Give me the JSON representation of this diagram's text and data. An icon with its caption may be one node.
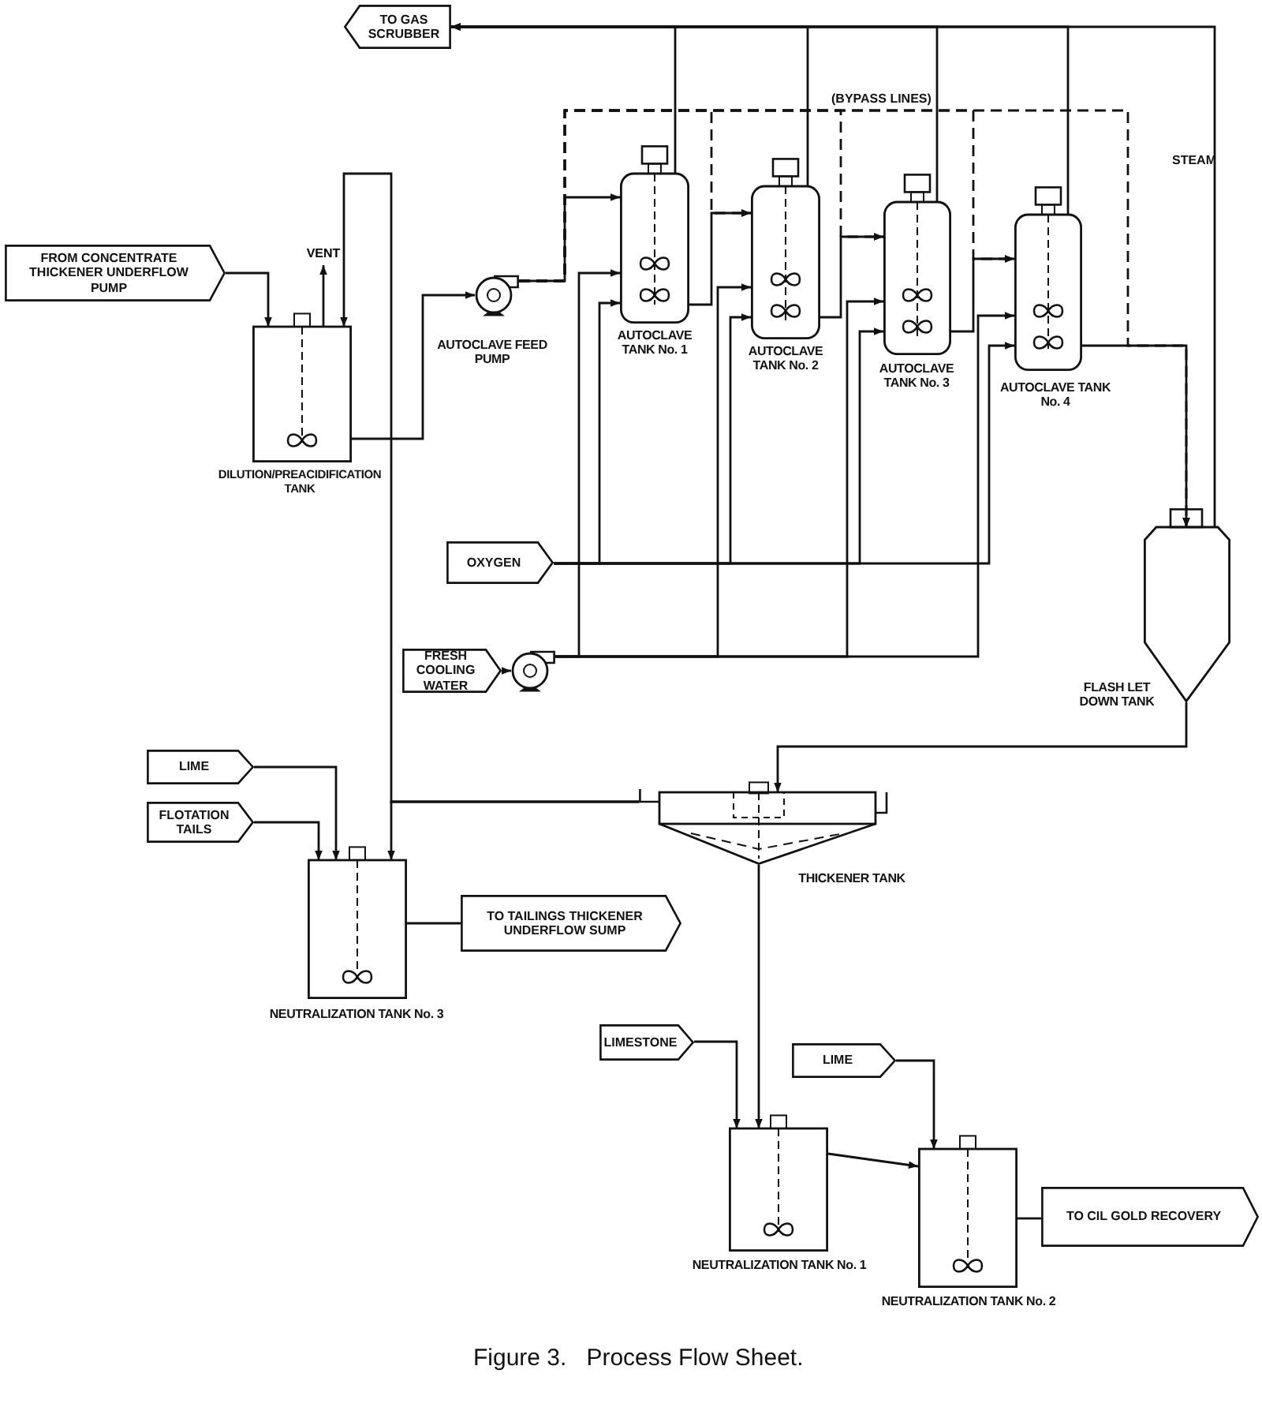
{
  "diagram": {
    "caption": "Figure 3.   Process Flow Sheet.",
    "nodes": [
      {
        "text": [
          "TO GAS SCRUBBER"
        ]
      },
      {
        "text": [
          "FROM CONCENTRATE THICKENER UNDERFLOW PUMP"
        ]
      },
      {
        "text": [
          "DILUTION/PREACIDIFICATION TANK"
        ]
      },
      {
        "text": [
          "AUTOCLAVE FEED PUMP"
        ]
      },
      {
        "text": [
          "AUTOCLAVE TANK No. 1"
        ]
      },
      {
        "text": [
          "AUTOCLAVE TANK No. 2"
        ]
      },
      {
        "text": [
          "AUTOCLAVE TANK No. 3"
        ]
      },
      {
        "text": [
          "AUTOCLAVE TANK No. 4"
        ]
      },
      {
        "text": [
          "FLASH LET DOWN TANK"
        ]
      },
      {
        "text": [
          "OXYGEN"
        ]
      },
      {
        "text": [
          "FRESH COOLING WATER"
        ]
      },
      {
        "text": [],
        "shape": "pump"
      },
      {
        "text": [
          "THICKENER TANK"
        ]
      },
      {
        "text": [
          "LIME"
        ]
      },
      {
        "text": [
          "FLOTATION TAILS"
        ]
      },
      {
        "text": [
          "NEUTRALIZATION TANK No. 3"
        ]
      },
      {
        "text": [
          "TO TAILINGS THICKENER UNDERFLOW SUMP"
        ]
      },
      {
        "text": [
          "LIMESTONE"
        ]
      },
      {
        "text": [
          "LIME"
        ]
      },
      {
        "text": [
          "NEUTRALIZATION TANK No. 1"
        ]
      },
      {
        "text": [
          "NEUTRALIZATION TANK No. 2"
        ]
      },
      {
        "text": [
          "TO CIL GOLD RECOVERY"
        ]
      },
      {
        "text": [
          "VENT"
        ]
      }
    ],
    "edges": [
      {
        "from": 1,
        "to": 2,
        "arrow": "to"
      },
      {
        "from": 2,
        "to": 22,
        "arrow": "to"
      },
      {
        "from": 12,
        "to": 2,
        "arrow": "to"
      },
      {
        "from": 12,
        "to": 15,
        "arrow": "to"
      },
      {
        "from": 2,
        "to": 3,
        "arrow": "to"
      },
      {
        "from": 3,
        "to": 4,
        "arrow": "to"
      },
      {
        "from": 4,
        "to": 5,
        "arrow": "to"
      },
      {
        "from": 5,
        "to": 6,
        "arrow": "to"
      },
      {
        "from": 6,
        "to": 7,
        "arrow": "to"
      },
      {
        "from": 7,
        "to": 8,
        "arrow": "to"
      },
      {
        "from": 3,
        "to": 5,
        "arrow": "to",
        "style": "dashed"
      },
      {
        "from": 3,
        "to": 6,
        "arrow": "to",
        "style": "dashed"
      },
      {
        "from": 3,
        "to": 7,
        "arrow": "to",
        "style": "dashed"
      },
      {
        "from": 3,
        "to": 8,
        "arrow": "to",
        "style": "dashed"
      },
      {
        "from": 4,
        "to": 0,
        "arrow": "to"
      },
      {
        "from": 5,
        "to": 0,
        "arrow": "to"
      },
      {
        "from": 6,
        "to": 0,
        "arrow": "to"
      },
      {
        "from": 7,
        "to": 0,
        "arrow": "to"
      },
      {
        "from": 8,
        "to": 0,
        "arrow": "to"
      },
      {
        "from": 9,
        "to": 4,
        "arrow": "to"
      },
      {
        "from": 9,
        "to": 5,
        "arrow": "to"
      },
      {
        "from": 9,
        "to": 6,
        "arrow": "to"
      },
      {
        "from": 9,
        "to": 7,
        "arrow": "to"
      },
      {
        "from": 10,
        "to": 11,
        "arrow": "to"
      },
      {
        "from": 11,
        "to": 4,
        "arrow": "to"
      },
      {
        "from": 11,
        "to": 5,
        "arrow": "to"
      },
      {
        "from": 11,
        "to": 6,
        "arrow": "to"
      },
      {
        "from": 11,
        "to": 7,
        "arrow": "to"
      },
      {
        "from": 8,
        "to": 12,
        "arrow": "to"
      },
      {
        "from": 12,
        "to": 19,
        "arrow": "to"
      },
      {
        "from": 13,
        "to": 15,
        "arrow": "to"
      },
      {
        "from": 14,
        "to": 15,
        "arrow": "to"
      },
      {
        "from": 15,
        "to": 16,
        "arrow": "none"
      },
      {
        "from": 17,
        "to": 19,
        "arrow": "to"
      },
      {
        "from": 18,
        "to": 20,
        "arrow": "to"
      },
      {
        "from": 19,
        "to": 20,
        "arrow": "to"
      },
      {
        "from": 20,
        "to": 21,
        "arrow": "none"
      }
    ],
    "labels": [
      "(BYPASS LINES)",
      "STEAM"
    ]
  }
}
